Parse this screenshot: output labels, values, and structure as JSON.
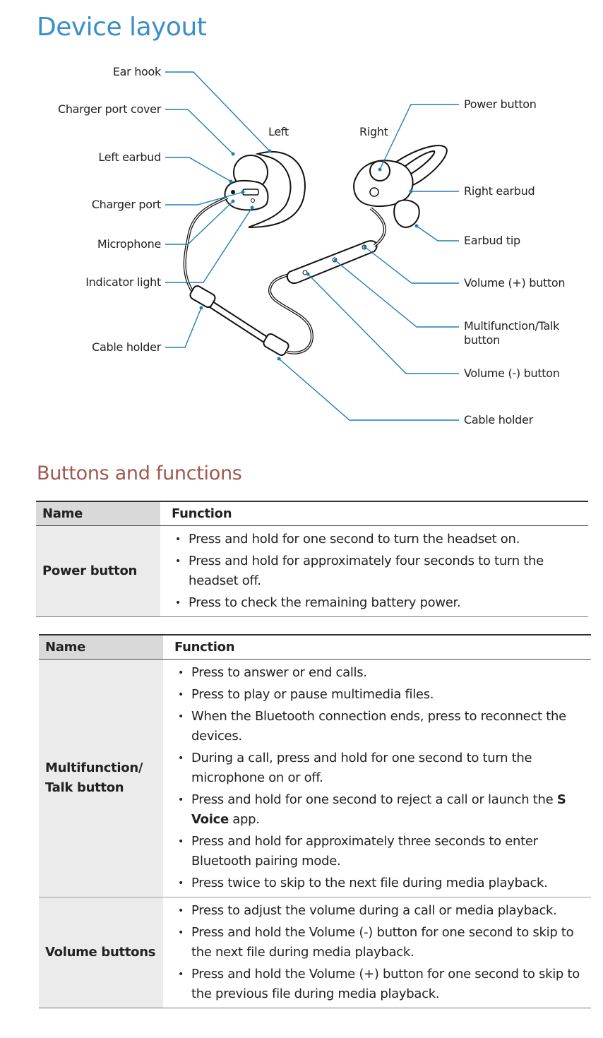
{
  "title": "Device layout",
  "diagram": {
    "side_left": "Left",
    "side_right": "Right",
    "left_labels": {
      "ear_hook": "Ear hook",
      "charger_port_cover": "Charger port cover",
      "left_earbud": "Left earbud",
      "charger_port": "Charger port",
      "microphone": "Microphone",
      "indicator_light": "Indicator light",
      "cable_holder": "Cable holder"
    },
    "right_labels": {
      "power_button": "Power button",
      "right_earbud": "Right earbud",
      "earbud_tip": "Earbud tip",
      "volume_plus": "Volume (+) button",
      "multifunction_1": "Multifunction/Talk",
      "multifunction_2": "button",
      "volume_minus": "Volume (-) button",
      "cable_holder": "Cable holder"
    }
  },
  "section_title": "Buttons and functions",
  "table1": {
    "col_name": "Name",
    "col_function": "Function",
    "rows": [
      {
        "name": "Power button",
        "items": [
          "Press and hold for one second to turn the headset on.",
          "Press and hold for approximately four seconds to turn the headset off.",
          "Press to check the remaining battery power."
        ]
      }
    ]
  },
  "table2": {
    "col_name": "Name",
    "col_function": "Function",
    "rows": [
      {
        "name_1": "Multifunction/",
        "name_2": "Talk button",
        "items": [
          "Press to answer or end calls.",
          "Press to play or pause multimedia files.",
          "When the Bluetooth connection ends, press to reconnect the devices.",
          "During a call, press and hold for one second to turn the microphone on or off.",
          "Press and hold for one second to reject a call or launch the",
          "S Voice",
          "app.",
          "Press and hold for approximately three seconds to enter Bluetooth pairing mode.",
          "Press twice to skip to the next file during media playback."
        ]
      },
      {
        "name": "Volume buttons",
        "items": [
          "Press to adjust the volume during a call or media playback.",
          "Press and hold the Volume (-) button for one second to skip to the next file during media playback.",
          "Press and hold the Volume (+) button for one second to skip to the previous file during media playback."
        ]
      }
    ]
  },
  "colors": {
    "heading_blue": "#3a8fc8",
    "heading_brown": "#a0574e",
    "callout_line": "#1f7fb6",
    "name_cell_bg": "#ebebeb",
    "name_header_bg": "#d9d9d9"
  }
}
